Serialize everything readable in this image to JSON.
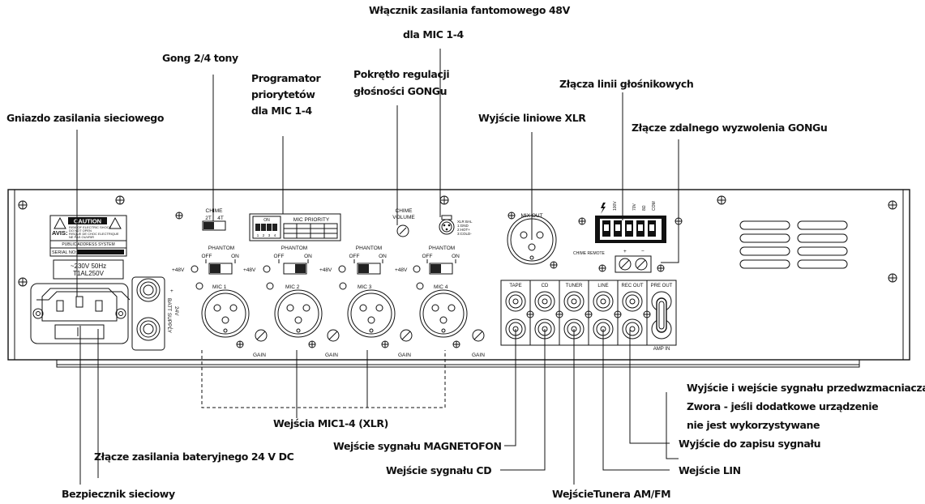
{
  "callouts": {
    "phantom_switch": "Włącznik zasilania fantomowego 48V",
    "phantom_switch_2": "dla  MIC 1-4",
    "chime_tone": "Gong 2/4 tony",
    "priority_1": "Programator",
    "priority_2": "priorytetów",
    "priority_3": "dla MIC 1-4",
    "chime_volume_1": "Pokrętło regulacji",
    "chime_volume_2": "głośności GONGu",
    "speaker_lines": "Złącza linii głośnikowych",
    "mains_socket": "Gniazdo zasilania sieciowego",
    "line_out_xlr": "Wyjście liniowe XLR",
    "chime_remote": "Złącze zdalnego wyzwolenia GONGu",
    "preamp_io": "Wyjście i wejście sygnału przedwzmacniacza",
    "jumper_1": "Zwora - jeśli dodatkowe urządzenie",
    "jumper_2": "nie jest wykorzystywane",
    "mic_inputs": "Wejścia MIC1-4 (XLR)",
    "tape_input": "Wejście sygnału MAGNETOFON",
    "rec_out": "Wyjście do zapisu sygnału",
    "battery": "Złącze zasilania bateryjnego 24 V DC",
    "cd_input": "Wejście sygnału CD",
    "line_in": "Wejście LIN",
    "fuse": "Bezpiecznik sieciowy",
    "tuner_input": "WejścieTunera AM/FM"
  },
  "panel": {
    "caution": "CAUTION",
    "avis": "AVIS:",
    "caution_line1": "RISK OF ELECTRIC SHOCK",
    "caution_line2": "DO NOT OPEN",
    "avis_line1": "RISQUE DE CHOC ELECTRIQUE",
    "avis_line2": "NE PAS OUVRIR",
    "system_name": "PUBLIC ADDRESS SYSTEM",
    "serial": "SERIAL  NO:",
    "voltage": "~230V  50Hz",
    "fuse_rating": "T1AL250V",
    "batt_supply": "BATT SUPPLY",
    "batt_voltage": "24V",
    "chime": "CHIME",
    "chime_2t": "2T",
    "chime_4t": "4T",
    "dip_on": "ON",
    "dip_numbers": [
      "1",
      "2",
      "3",
      "4"
    ],
    "mic_priority": "MIC PRIORITY",
    "chime_volume_a": "CHIME",
    "chime_volume_b": "VOLUME",
    "xlr_bal": "XLR BAL",
    "xlr_gnd": "1:GND",
    "xlr_hot": "2:HOT+",
    "xlr_cold": "3:COLD-",
    "mix_out": "MIX OUT",
    "phantom": "PHANTOM",
    "off": "OFF",
    "on": "ON",
    "plus48": "+48V",
    "gain": "GAIN",
    "mics": [
      "MIC 1",
      "MIC 2",
      "MIC 3",
      "MIC 4"
    ],
    "chime_remote": "CHIME REMOTE",
    "speaker_terms": [
      "100V",
      "70V",
      "8Ω",
      "COM"
    ],
    "plus": "+",
    "minus": "−",
    "rca_labels": [
      "TAPE",
      "CD",
      "TUNER",
      "LINE",
      "REC OUT",
      "PRE OUT"
    ],
    "amp_in": "AMP IN"
  }
}
